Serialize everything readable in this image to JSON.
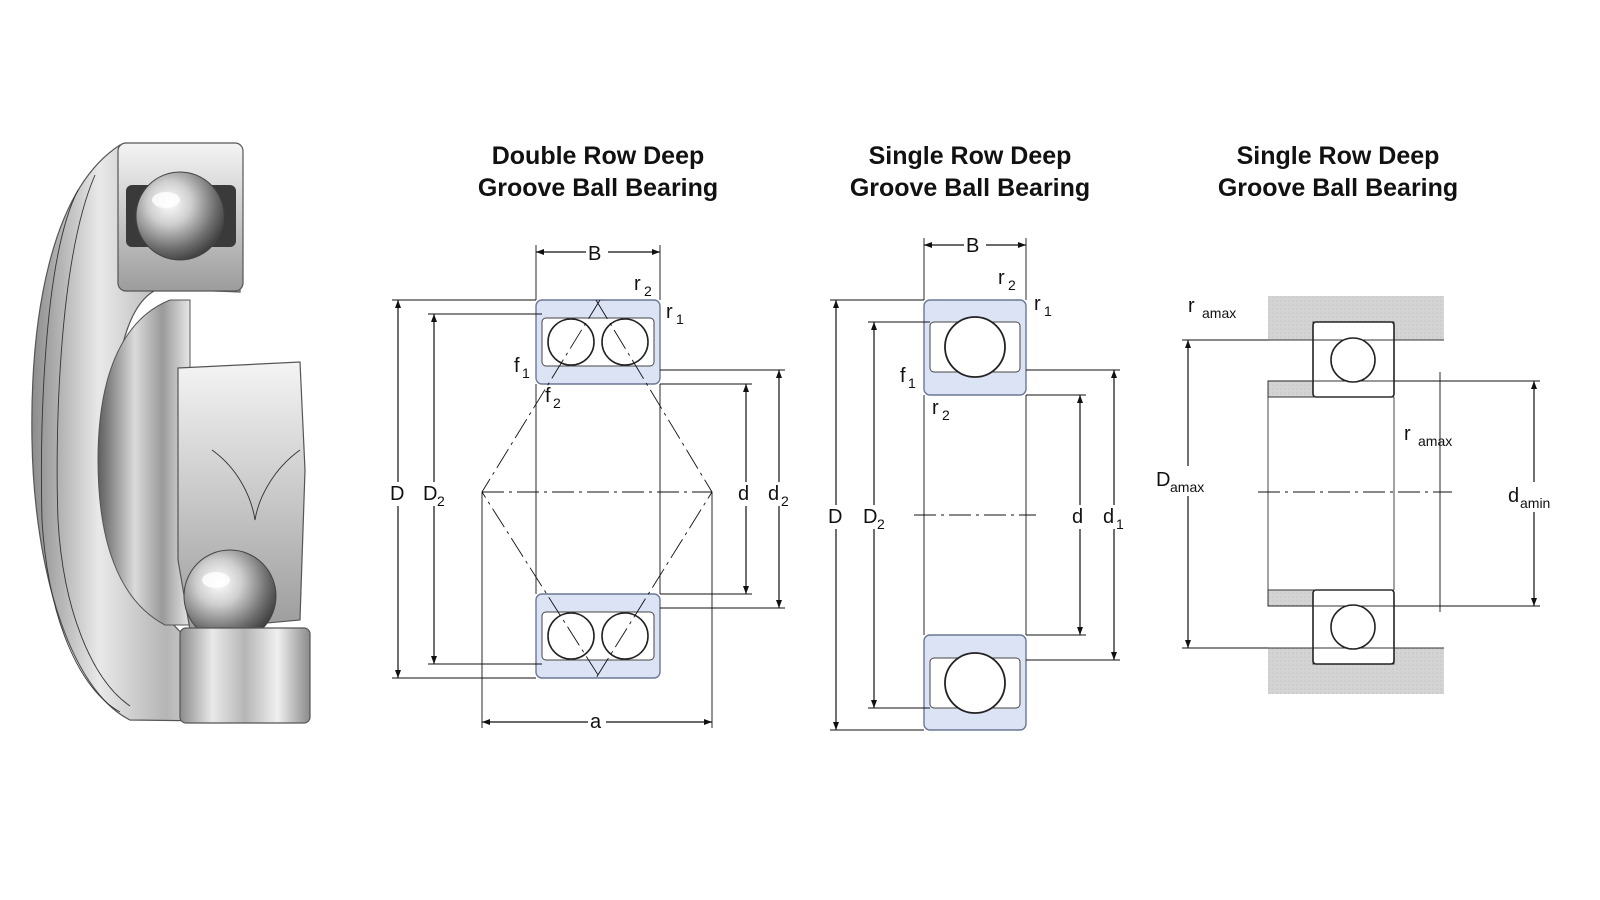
{
  "titles": {
    "double_row": [
      "Double Row Deep",
      "Groove Ball Bearing"
    ],
    "single_row": [
      "Single Row Deep",
      "Groove Ball Bearing"
    ],
    "mounting": [
      "Single Row Deep",
      "Groove Ball Bearing"
    ]
  },
  "labels": {
    "B": "B",
    "D": "D",
    "D2": "D",
    "d": "d",
    "d1": "d",
    "d2": "d",
    "a": "a",
    "r": "r",
    "f": "f",
    "D_amax": "D",
    "d_amin": "d",
    "r_amax": "r"
  },
  "subscripts": {
    "one": "1",
    "two": "2",
    "amax": "amax",
    "amin": "amin"
  },
  "colors": {
    "ring_fill": "#dbe3f5",
    "ring_stroke": "#6b7894",
    "housing_gray": "#d2d2d2",
    "steel_light": "#e8e8e8",
    "steel_dark": "#7a7a7a"
  }
}
